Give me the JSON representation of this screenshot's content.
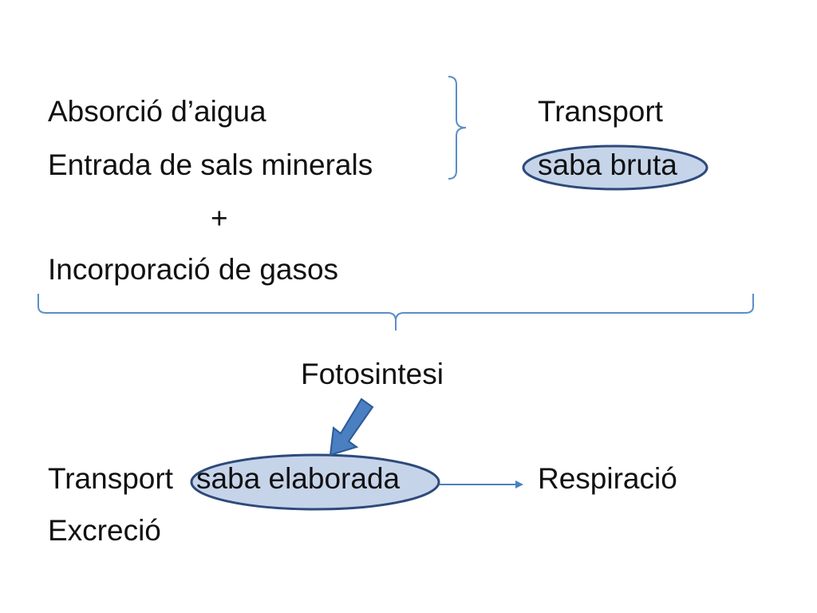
{
  "lines": {
    "absorcio": "Absorció d’aigua",
    "entrada": "Entrada de sals minerals",
    "plus": "+",
    "incorporacio": "Incorporació de gasos",
    "transport_right": "Transport",
    "saba_bruta": "saba bruta",
    "fotosintesi": "Fotosintesi",
    "transport_bottom": "Transport",
    "saba_elaborada": "saba elaborada",
    "respiracio": "Respiració",
    "excrecio": "Excreció"
  },
  "colors": {
    "ellipse_fill": "#c6d4ea",
    "ellipse_stroke": "#2d4a7a",
    "bracket": "#5b8ec9",
    "arrow_fill": "#4a7fc2",
    "arrow_stroke": "#2c5a96",
    "connector": "#4a7fc2"
  }
}
